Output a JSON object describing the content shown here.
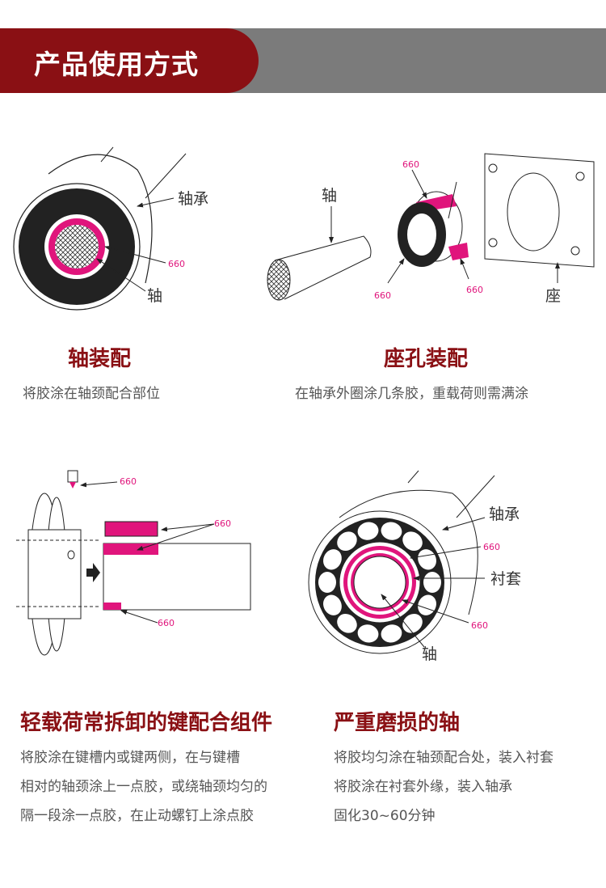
{
  "header": {
    "title": "产品使用方式"
  },
  "colors": {
    "brand_red": "#8a1014",
    "header_gray": "#7b7b7b",
    "glue_pink": "#e0157c"
  },
  "sections": [
    {
      "title": "轴装配",
      "lines": [
        "将胶涂在轴颈配合部位"
      ],
      "labels": {
        "bearing": "轴承",
        "glue": "660",
        "shaft": "轴"
      }
    },
    {
      "title": "座孔装配",
      "lines": [
        "在轴承外圈涂几条胶，重载荷则需满涂"
      ],
      "labels": {
        "shaft": "轴",
        "glue1": "660",
        "glue2": "660",
        "glue3": "660",
        "seat": "座"
      }
    },
    {
      "title": "轻载荷常拆卸的键配合组件",
      "lines": [
        "将胶涂在键槽内或键两侧，在与键槽",
        "相对的轴颈涂上一点胶，或绕轴颈均匀的",
        "隔一段涂一点胶，在止动螺钉上涂点胶"
      ],
      "labels": {
        "glue1": "660",
        "glue2": "660",
        "glue3": "660"
      }
    },
    {
      "title": "严重磨损的轴",
      "lines": [
        "将胶均匀涂在轴颈配合处，装入衬套",
        "将胶涂在衬套外缘，装入轴承",
        "固化30~60分钟"
      ],
      "labels": {
        "bearing": "轴承",
        "glue1": "660",
        "sleeve": "衬套",
        "glue2": "660",
        "shaft": "轴"
      }
    }
  ]
}
